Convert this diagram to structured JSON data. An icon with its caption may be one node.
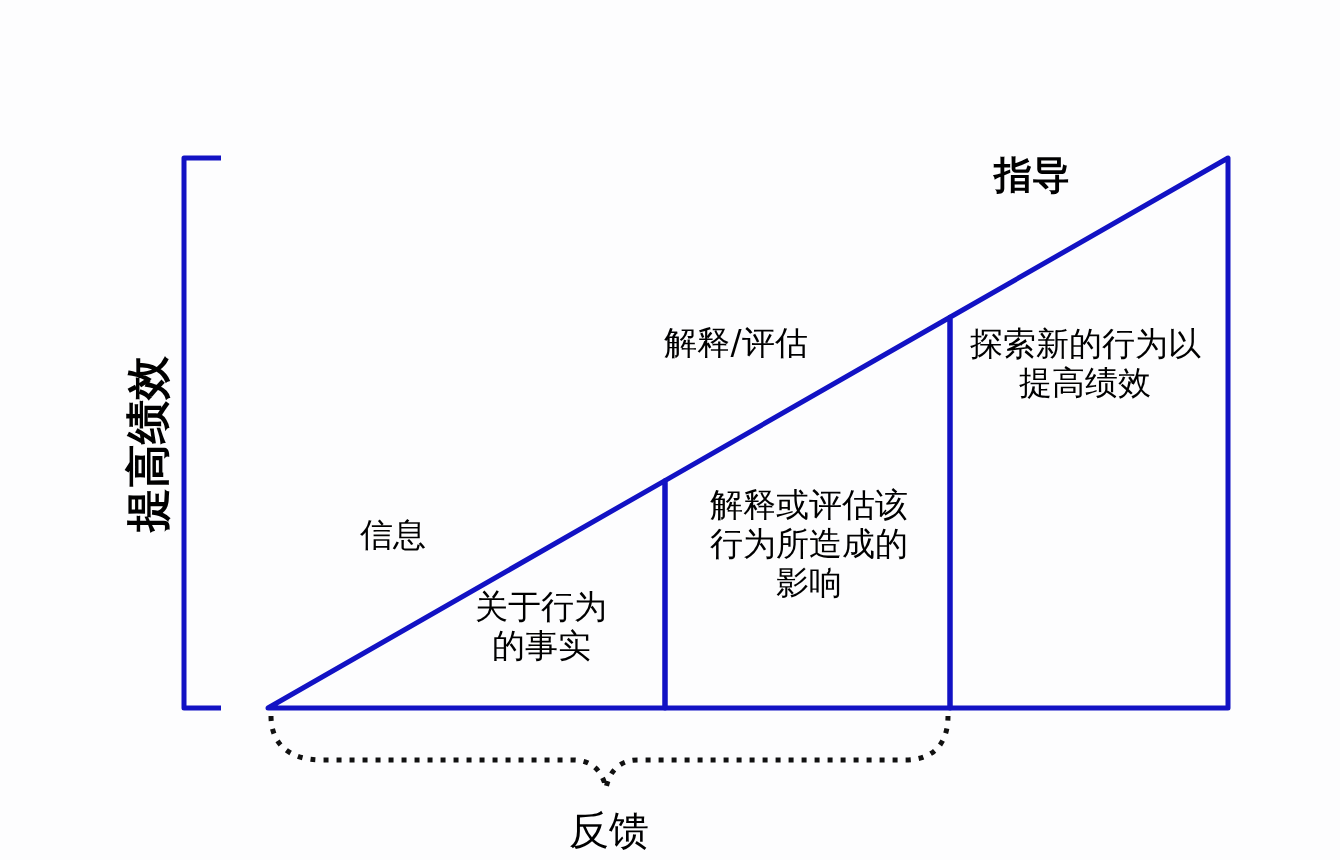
{
  "diagram": {
    "nodes": [
      {
        "text": [
          "信息",
          "关于行为的事实"
        ]
      },
      {
        "text": [
          "解释/评估",
          "解释或评估该行为所造成的影响"
        ]
      },
      {
        "text": [
          "指导",
          "探索新的行为以提高绩效"
        ]
      }
    ],
    "labels": [
      "提高绩效",
      "反馈"
    ]
  }
}
